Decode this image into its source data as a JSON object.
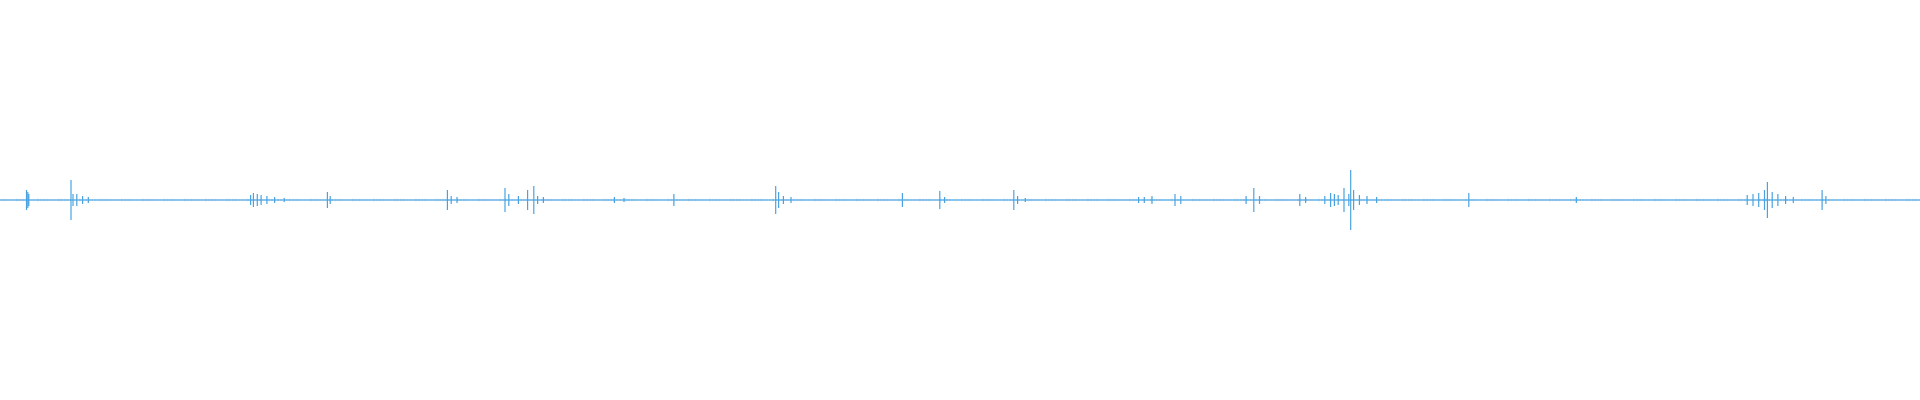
{
  "waveform": {
    "color": "#4aa3e0",
    "background": "#ffffff",
    "peaks": [
      {
        "t": 0.0138,
        "a": 0.05
      },
      {
        "t": 0.0145,
        "a": 0.04
      },
      {
        "t": 0.015,
        "a": 0.03
      },
      {
        "t": 0.037,
        "a": 0.1
      },
      {
        "t": 0.038,
        "a": 0.03
      },
      {
        "t": 0.04,
        "a": 0.03
      },
      {
        "t": 0.043,
        "a": 0.02
      },
      {
        "t": 0.046,
        "a": 0.015
      },
      {
        "t": 0.1305,
        "a": 0.025
      },
      {
        "t": 0.132,
        "a": 0.035
      },
      {
        "t": 0.134,
        "a": 0.03
      },
      {
        "t": 0.136,
        "a": 0.025
      },
      {
        "t": 0.139,
        "a": 0.02
      },
      {
        "t": 0.143,
        "a": 0.015
      },
      {
        "t": 0.148,
        "a": 0.01
      },
      {
        "t": 0.1705,
        "a": 0.04
      },
      {
        "t": 0.172,
        "a": 0.02
      },
      {
        "t": 0.233,
        "a": 0.05
      },
      {
        "t": 0.235,
        "a": 0.02
      },
      {
        "t": 0.238,
        "a": 0.015
      },
      {
        "t": 0.263,
        "a": 0.06
      },
      {
        "t": 0.265,
        "a": 0.03
      },
      {
        "t": 0.27,
        "a": 0.02
      },
      {
        "t": 0.2748,
        "a": 0.05
      },
      {
        "t": 0.278,
        "a": 0.07
      },
      {
        "t": 0.28,
        "a": 0.02
      },
      {
        "t": 0.283,
        "a": 0.015
      },
      {
        "t": 0.32,
        "a": 0.015
      },
      {
        "t": 0.325,
        "a": 0.01
      },
      {
        "t": 0.351,
        "a": 0.03
      },
      {
        "t": 0.404,
        "a": 0.07
      },
      {
        "t": 0.4055,
        "a": 0.04
      },
      {
        "t": 0.408,
        "a": 0.02
      },
      {
        "t": 0.412,
        "a": 0.015
      },
      {
        "t": 0.47,
        "a": 0.035
      },
      {
        "t": 0.4895,
        "a": 0.045
      },
      {
        "t": 0.492,
        "a": 0.015
      },
      {
        "t": 0.528,
        "a": 0.05
      },
      {
        "t": 0.53,
        "a": 0.02
      },
      {
        "t": 0.534,
        "a": 0.01
      },
      {
        "t": 0.593,
        "a": 0.015
      },
      {
        "t": 0.596,
        "a": 0.015
      },
      {
        "t": 0.6,
        "a": 0.02
      },
      {
        "t": 0.612,
        "a": 0.03
      },
      {
        "t": 0.615,
        "a": 0.02
      },
      {
        "t": 0.649,
        "a": 0.02
      },
      {
        "t": 0.653,
        "a": 0.06
      },
      {
        "t": 0.656,
        "a": 0.02
      },
      {
        "t": 0.677,
        "a": 0.03
      },
      {
        "t": 0.68,
        "a": 0.015
      },
      {
        "t": 0.69,
        "a": 0.02
      },
      {
        "t": 0.693,
        "a": 0.035
      },
      {
        "t": 0.695,
        "a": 0.03
      },
      {
        "t": 0.697,
        "a": 0.025
      },
      {
        "t": 0.7,
        "a": 0.06
      },
      {
        "t": 0.7025,
        "a": 0.03
      },
      {
        "t": 0.7035,
        "a": 0.15
      },
      {
        "t": 0.705,
        "a": 0.05
      },
      {
        "t": 0.708,
        "a": 0.025
      },
      {
        "t": 0.712,
        "a": 0.02
      },
      {
        "t": 0.717,
        "a": 0.015
      },
      {
        "t": 0.765,
        "a": 0.035
      },
      {
        "t": 0.821,
        "a": 0.015
      },
      {
        "t": 0.91,
        "a": 0.025
      },
      {
        "t": 0.913,
        "a": 0.03
      },
      {
        "t": 0.916,
        "a": 0.035
      },
      {
        "t": 0.919,
        "a": 0.05
      },
      {
        "t": 0.9205,
        "a": 0.09
      },
      {
        "t": 0.923,
        "a": 0.04
      },
      {
        "t": 0.926,
        "a": 0.03
      },
      {
        "t": 0.93,
        "a": 0.02
      },
      {
        "t": 0.934,
        "a": 0.015
      },
      {
        "t": 0.949,
        "a": 0.05
      },
      {
        "t": 0.951,
        "a": 0.02
      }
    ]
  }
}
